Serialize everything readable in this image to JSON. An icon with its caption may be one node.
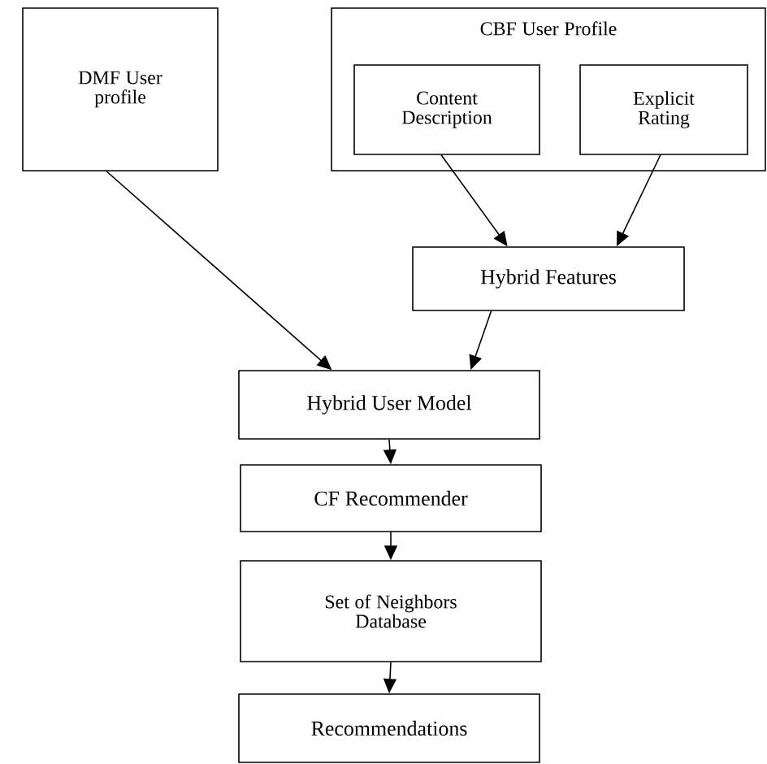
{
  "diagram": {
    "nodes": [
      {
        "text": [
          "DMF User profile"
        ]
      },
      {
        "text": [
          "CBF User Profile"
        ]
      },
      {
        "text": [
          "Content Description"
        ],
        "in": 1
      },
      {
        "text": [
          "Explicit Rating"
        ],
        "in": 1
      },
      {
        "text": [
          "Hybrid Features"
        ]
      },
      {
        "text": [
          "Hybrid User Model"
        ]
      },
      {
        "text": [
          "CF Recommender"
        ]
      },
      {
        "text": [
          "Set of Neighbors Database"
        ]
      },
      {
        "text": [
          "Recommendations"
        ]
      }
    ],
    "edges": [
      {
        "from": 0,
        "to": 5,
        "arrow": "to"
      },
      {
        "from": 2,
        "to": 4,
        "arrow": "to"
      },
      {
        "from": 3,
        "to": 4,
        "arrow": "to"
      },
      {
        "from": 4,
        "to": 5,
        "arrow": "to"
      },
      {
        "from": 5,
        "to": 6,
        "arrow": "to"
      },
      {
        "from": 6,
        "to": 7,
        "arrow": "to"
      },
      {
        "from": 7,
        "to": 8,
        "arrow": "to"
      }
    ]
  }
}
